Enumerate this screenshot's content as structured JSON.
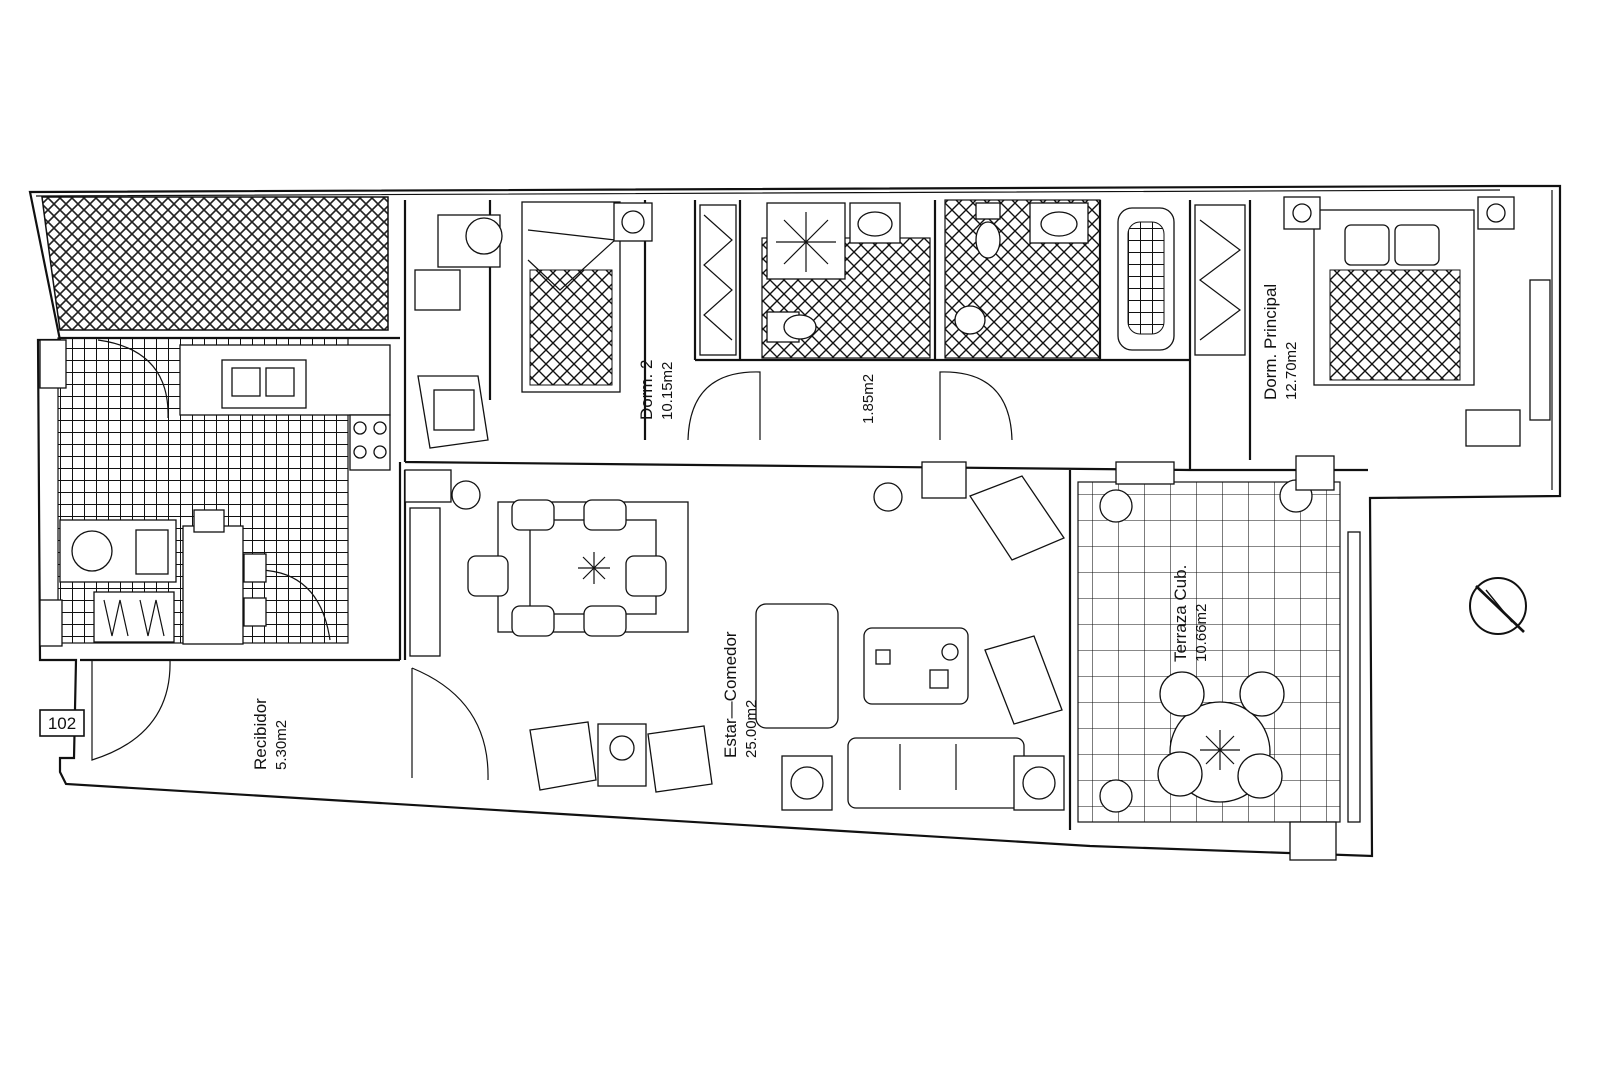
{
  "unit_number": "102",
  "rooms": {
    "dorm2": {
      "label": "Dorm. 2",
      "area": "10.15m2"
    },
    "bath": {
      "area": "1.85m2"
    },
    "dorm_principal": {
      "label": "Dorm. Principal",
      "area": "12.70m2"
    },
    "estar_comedor": {
      "label": "Estar—Comedor",
      "area": "25.00m2"
    },
    "recibidor": {
      "label": "Recibidor",
      "area": "5.30m2"
    },
    "terraza": {
      "label": "Terraza Cub.",
      "area": "10.66m2"
    }
  },
  "colors": {
    "line": "#111111",
    "background": "#ffffff"
  }
}
